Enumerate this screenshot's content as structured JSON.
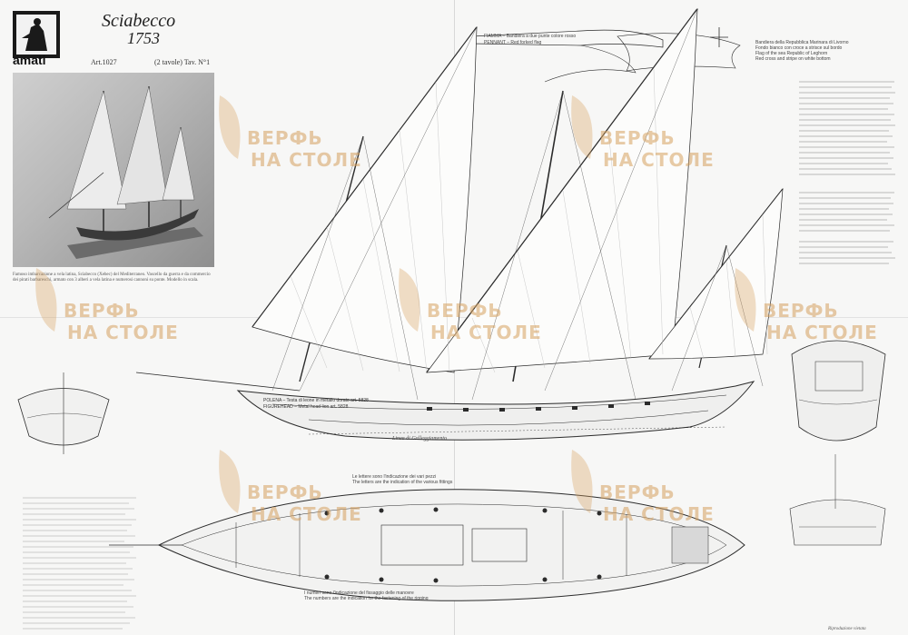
{
  "brand": {
    "logo_text": "amati"
  },
  "title": {
    "name": "Sciabecco",
    "year": "1753"
  },
  "meta": {
    "article": "Art.1027",
    "sheet": "(2 tavole) Tav. N°1"
  },
  "photo_caption": "Famoso imbarcazione a vela latina, Sciabecco (Xebec) del Mediterraneo. Vascello da guerra e da commercio dei pirati barbareschi, armato con 3 alberi a vela latina e numerosi cannoni su ponte. Modello in scala.",
  "pennant": {
    "line1": "FIAMMA – Bandiera a due punte colore rosso",
    "line2": "PENNANT – Red forked flag"
  },
  "flag_caption": {
    "line1": "Bandiera della Repubblica Marinara di Livorno",
    "line2": "Fondo bianco con croce a strisce sul bordo",
    "line3": "Flag of the sea Republic of Leghorn",
    "line4": "Red cross and stripe on white bottom"
  },
  "figurehead": {
    "line1": "POLENA – Testa di leone in metallo dorato art. 5828",
    "line2": "FIGUREHEAD – Metal head lion art. 5828"
  },
  "waterline_label": "Linea di Galleggiamento",
  "plan_caption_top": {
    "line1": "Le lettere sono l'indicazione dei vari pezzi",
    "line2": "The letters are the indication of the various fittings"
  },
  "plan_caption_bottom": {
    "line1": "I numeri sono l'indicazione del fissaggio delle manovre",
    "line2": "The numbers are the indication for the fastening of the rigging"
  },
  "signature": "Riproduzione vietata",
  "watermark": {
    "line1": "ВЕРФЬ",
    "line2": "НА СТОЛЕ"
  },
  "colors": {
    "watermark": "#d6a05f",
    "ink": "#222222",
    "paper": "#f7f7f6"
  }
}
